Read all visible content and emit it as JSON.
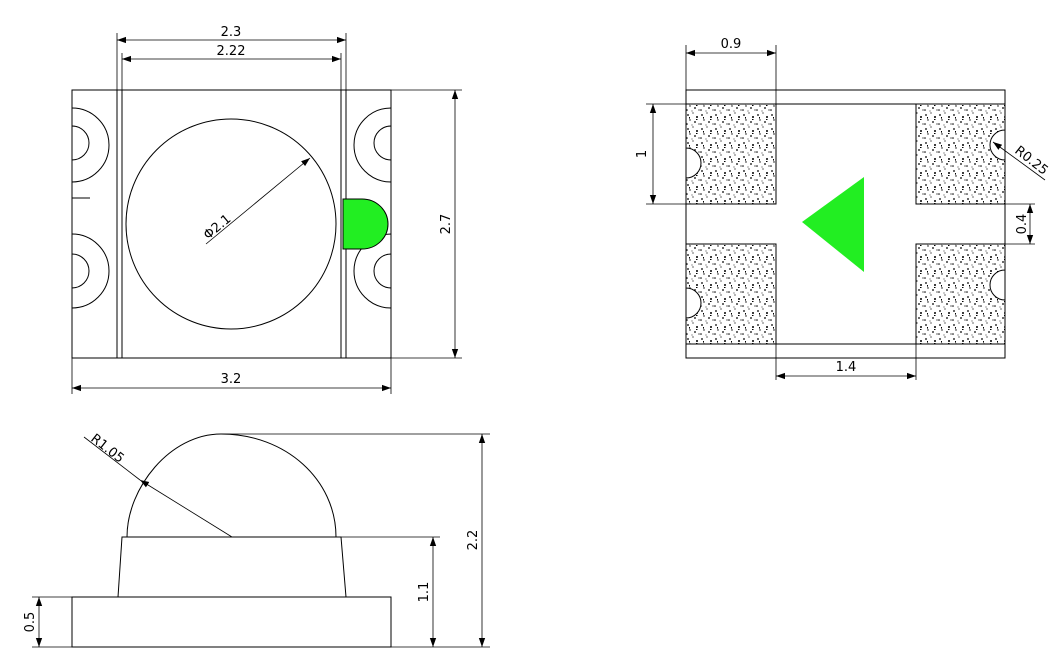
{
  "top_view": {
    "dim_outer_width": "2.3",
    "dim_inner_width": "2.22",
    "dim_lens_diameter": "Φ2.1",
    "dim_height": "2.7",
    "dim_body_width": "3.2",
    "polarity_mark_color": "#22ee22"
  },
  "bottom_view": {
    "dim_pad_width": "0.9",
    "dim_pad_height": "1",
    "dim_pad_gap": "0.4",
    "dim_notch_radius": "R0.25",
    "dim_pad_spacing": "1.4",
    "polarity_mark_color": "#22ee22"
  },
  "side_view": {
    "dim_dome_radius": "R1.05",
    "dim_total_height": "2.2",
    "dim_body_height": "1.1",
    "dim_base_height": "0.5"
  },
  "colors": {
    "line": "#000000",
    "mark": "#22ee22"
  }
}
